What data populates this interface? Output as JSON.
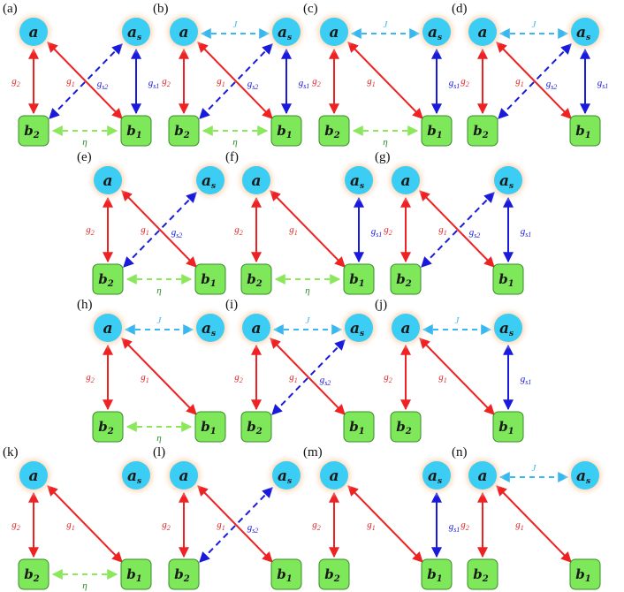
{
  "colors": {
    "circle_fill": "#3bcdf3",
    "glow": "#f4b27a",
    "box_fill": "#7ee85a",
    "box_stroke": "#3a8a2a",
    "g1_g2": "#ee2222",
    "gs": "#1a1adc",
    "J": "#38b8ee",
    "eta": "#8be85a",
    "label_red": "#dd2a2a",
    "label_blue": "#1a1adc",
    "label_J": "#38b8ee",
    "label_eta": "#2a8a2a"
  },
  "nodes": {
    "a": {
      "main": "a",
      "sub": ""
    },
    "as": {
      "main": "a",
      "sub": "s"
    },
    "b2": {
      "main": "b",
      "sub": "2"
    },
    "b1": {
      "main": "b",
      "sub": "1"
    }
  },
  "labels": {
    "g1": {
      "main": "g",
      "sub": "1"
    },
    "g2": {
      "main": "g",
      "sub": "2"
    },
    "gs1": {
      "main": "g",
      "sub": "s1"
    },
    "gs2": {
      "main": "g",
      "sub": "s2"
    },
    "J": {
      "main": "J",
      "sub": ""
    },
    "eta": {
      "main": "η",
      "sub": ""
    }
  },
  "panels": [
    {
      "label": "(a)",
      "links": [
        "g2",
        "g1",
        "gs2",
        "gs1",
        "eta"
      ]
    },
    {
      "label": "(b)",
      "links": [
        "g2",
        "g1",
        "gs2",
        "gs1",
        "eta",
        "J"
      ]
    },
    {
      "label": "(c)",
      "links": [
        "g2",
        "g1",
        "gs1",
        "eta",
        "J"
      ]
    },
    {
      "label": "(d)",
      "links": [
        "g2",
        "g1",
        "gs2",
        "gs1",
        "J"
      ]
    },
    {
      "label": "(e)",
      "links": [
        "g2",
        "g1",
        "gs2",
        "eta"
      ]
    },
    {
      "label": "(f)",
      "links": [
        "g2",
        "g1",
        "gs1",
        "eta"
      ]
    },
    {
      "label": "(g)",
      "links": [
        "g2",
        "g1",
        "gs2",
        "gs1"
      ]
    },
    {
      "label": "(h)",
      "links": [
        "g2",
        "g1",
        "eta",
        "J"
      ]
    },
    {
      "label": "(i)",
      "links": [
        "g2",
        "g1",
        "gs2",
        "J"
      ]
    },
    {
      "label": "(j)",
      "links": [
        "g2",
        "g1",
        "gs1",
        "J"
      ]
    },
    {
      "label": "(k)",
      "links": [
        "g2",
        "g1",
        "eta"
      ]
    },
    {
      "label": "(l)",
      "links": [
        "g2",
        "g1",
        "gs2"
      ]
    },
    {
      "label": "(m)",
      "links": [
        "g2",
        "g1",
        "gs1"
      ]
    },
    {
      "label": "(n)",
      "links": [
        "g2",
        "g1",
        "J"
      ]
    }
  ]
}
